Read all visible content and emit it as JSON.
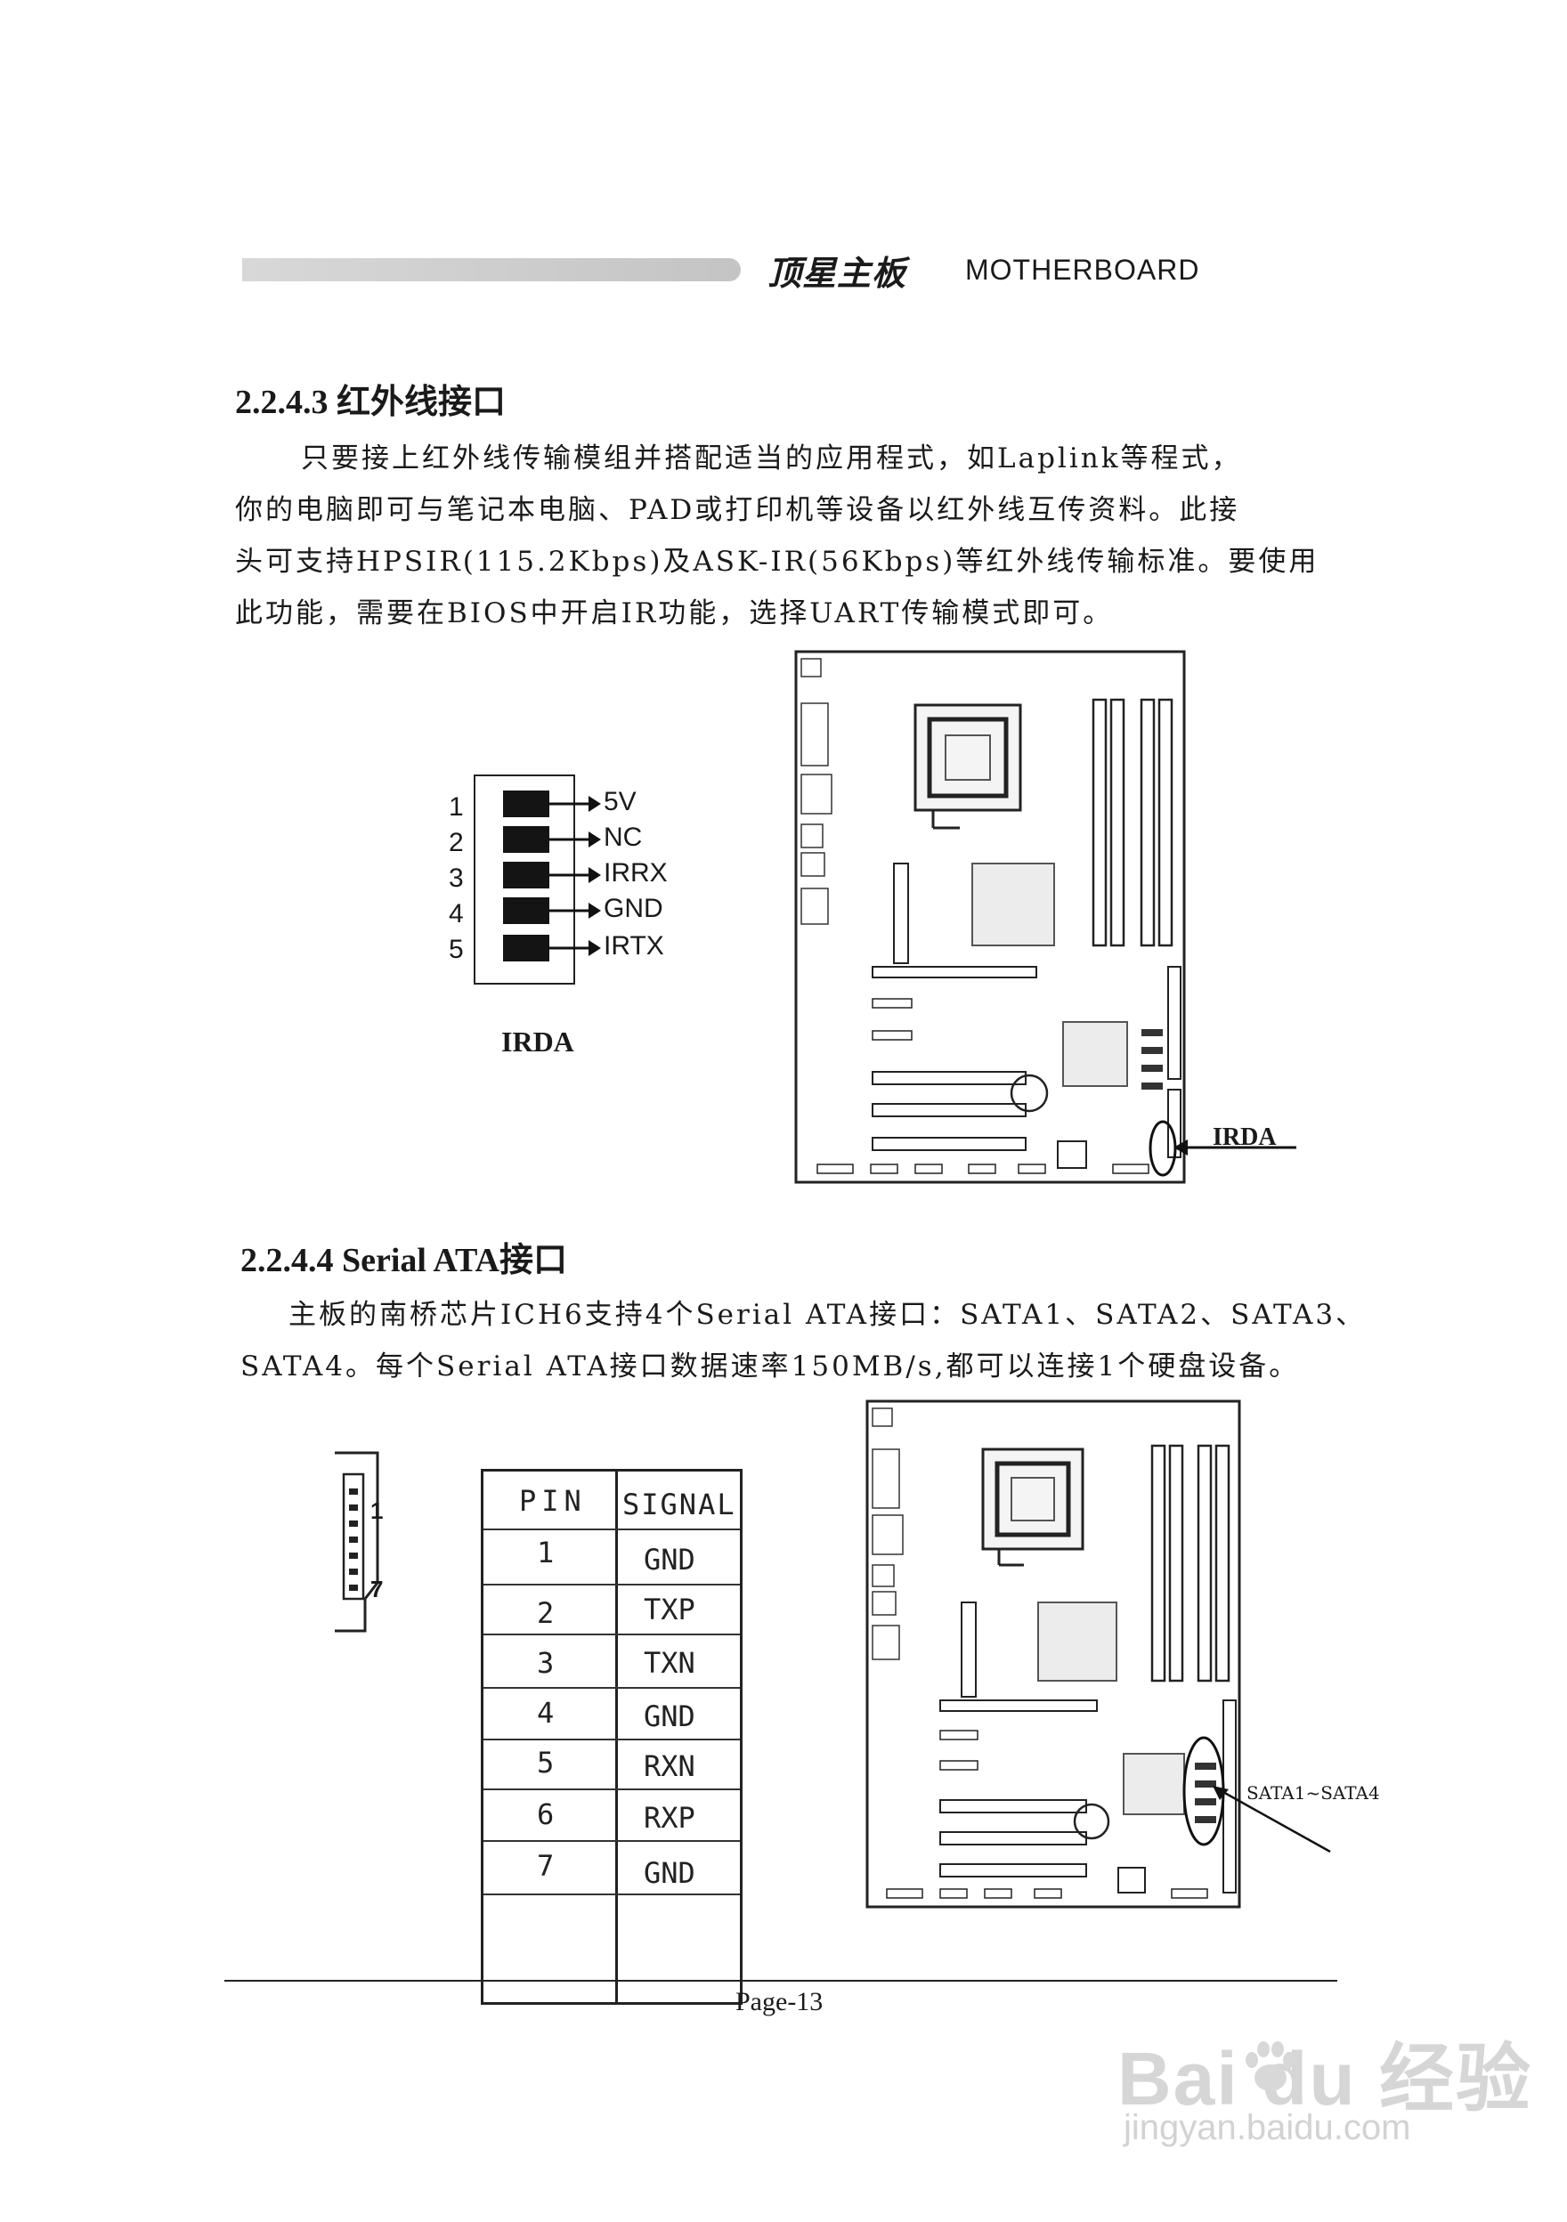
{
  "header": {
    "brand": "顶星主板",
    "subtitle": "MOTHERBOARD"
  },
  "sections": [
    {
      "heading": "2.2.4.3 红外线接口",
      "lines": [
        "只要接上红外线传输模组并搭配适当的应用程式，如Laplink等程式，",
        "你的电脑即可与笔记本电脑、PAD或打印机等设备以红外线互传资料。此接",
        "头可支持HPSIR(115.2Kbps)及ASK-IR(56Kbps)等红外线传输标准。要使用",
        "此功能，需要在BIOS中开启IR功能，选择UART传输模式即可。"
      ]
    },
    {
      "heading": "2.2.4.4 Serial ATA接口",
      "lines": [
        "主板的南桥芯片ICH6支持4个Serial ATA接口：SATA1、SATA2、SATA3、",
        "SATA4。每个Serial ATA接口数据速率150MB/s,都可以连接1个硬盘设备。"
      ]
    }
  ],
  "irda_connector": {
    "caption": "IRDA",
    "pins": [
      {
        "num": "1",
        "signal": "5V"
      },
      {
        "num": "2",
        "signal": "NC"
      },
      {
        "num": "3",
        "signal": "IRRX"
      },
      {
        "num": "4",
        "signal": "GND"
      },
      {
        "num": "5",
        "signal": "IRTX"
      }
    ]
  },
  "irda_board_label": "IRDA",
  "sata_connector": {
    "pin_first": "1",
    "pin_last": "7"
  },
  "sata_table": {
    "headers": [
      "PIN",
      "SIGNAL"
    ],
    "rows": [
      [
        "1",
        "GND"
      ],
      [
        "2",
        "TXP"
      ],
      [
        "3",
        "TXN"
      ],
      [
        "4",
        "GND"
      ],
      [
        "5",
        "RXN"
      ],
      [
        "6",
        "RXP"
      ],
      [
        "7",
        "GND"
      ]
    ]
  },
  "sata_board_label": "SATA1~SATA4",
  "footer": {
    "page": "Page-13"
  },
  "watermark": {
    "brand": "Bai du 经验",
    "url": "jingyan.baidu.com"
  }
}
